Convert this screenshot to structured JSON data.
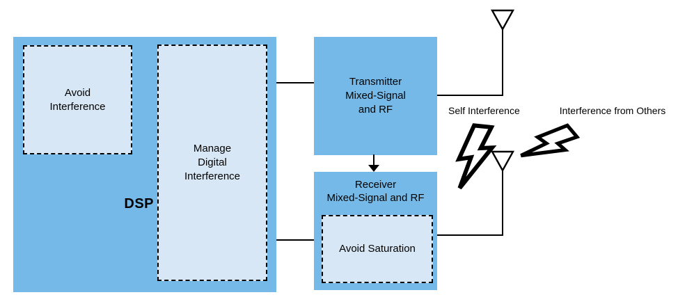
{
  "colors": {
    "box_fill": "#74b9e7",
    "inner_fill": "#d7e7f5",
    "outline": "#000000"
  },
  "dsp": {
    "label": "DSP",
    "avoid_interference_label": "Avoid\nInterference",
    "manage_label": "Manage\nDigital\nInterference"
  },
  "transmitter": {
    "label": "Transmitter\nMixed-Signal\nand RF"
  },
  "receiver": {
    "label": "Receiver\nMixed-Signal and RF",
    "avoid_saturation_label": "Avoid Saturation"
  },
  "annotations": {
    "self_interference": "Self Interference",
    "interference_from_others": "Interference from Others"
  },
  "icons": {
    "transmit_antenna": "antenna-icon",
    "receive_antenna": "antenna-icon",
    "self_interference": "lightning-bolt-icon",
    "interference_from_others": "lightning-bolt-icon"
  }
}
